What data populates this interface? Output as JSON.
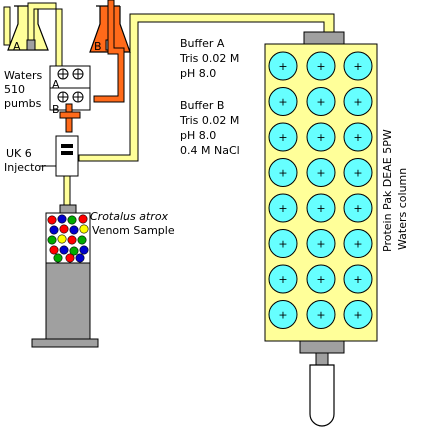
{
  "pumps_label": [
    "Waters",
    "510",
    "pumbs"
  ],
  "injector_label": [
    "UK 6",
    "Injector"
  ],
  "sample_label_italic": "Crotalus atrox",
  "sample_label": "Venom Sample",
  "flask_a_letter": "A",
  "flask_b_letter": "B",
  "pump_a_letter": "A",
  "pump_b_letter": "B",
  "buffer_a": [
    "Buffer A",
    "Tris 0.02 M",
    "pH 8.0"
  ],
  "buffer_b": [
    "Buffer B",
    "Tris 0.02 M",
    "pH 8.0",
    "0.4 M NaCl"
  ],
  "column_label": [
    "Protein Pak DEAE 5PW",
    "Waters column"
  ],
  "bead_symbol": "+",
  "colors": {
    "tube_yellow": "#ffff99",
    "flask_orange": "#ff6a1a",
    "bead_cyan": "#66ffff",
    "metal_gray": "#a0a0a0"
  }
}
